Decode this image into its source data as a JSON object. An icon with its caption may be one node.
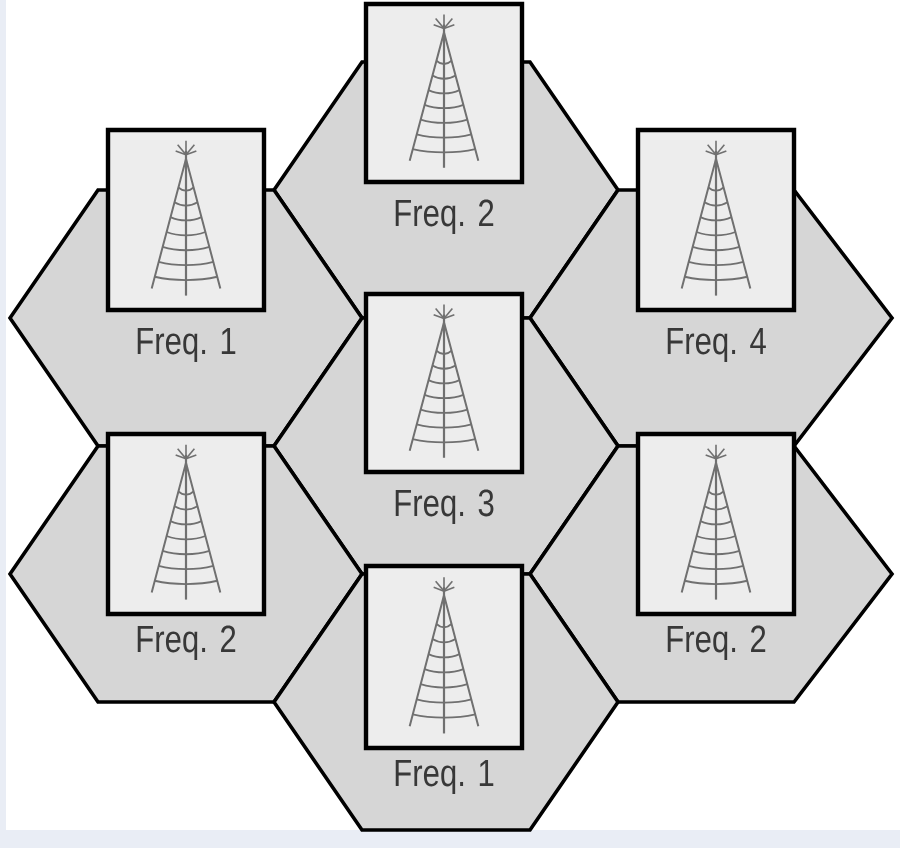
{
  "diagram": {
    "nodes": [
      {
        "text": [
          "Freq. 2"
        ]
      },
      {
        "text": [
          "Freq. 1"
        ]
      },
      {
        "text": [
          "Freq. 4"
        ]
      },
      {
        "text": [
          "Freq. 3"
        ]
      },
      {
        "text": [
          "Freq. 2"
        ]
      },
      {
        "text": [
          "Freq. 2"
        ]
      },
      {
        "text": [
          "Freq. 1"
        ]
      }
    ]
  }
}
